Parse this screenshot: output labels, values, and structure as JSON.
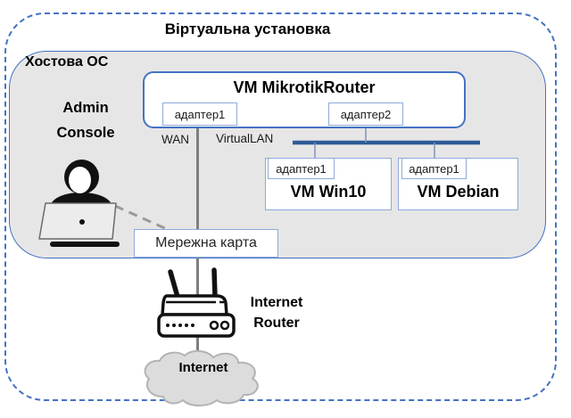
{
  "title": "Віртуальна установка",
  "host_os": {
    "label": "Хостова ОС"
  },
  "mikrotik_vm": {
    "name": "VM MikrotikRouter",
    "adapter1": "адаптер1",
    "adapter2": "адаптер2"
  },
  "network_labels": {
    "wan": "WAN",
    "virtual_lan": "VirtualLAN"
  },
  "guest_vms": {
    "win10": {
      "name": "VM Win10",
      "adapter": "адаптер1"
    },
    "debian": {
      "name": "VM Debian",
      "adapter": "адаптер1"
    }
  },
  "admin_console": {
    "line1": "Admin",
    "line2": "Console"
  },
  "network_card": {
    "label": "Мережна карта"
  },
  "internet_router": {
    "line1": "Internet",
    "line2": "Router"
  },
  "internet_cloud": {
    "label": "Internet"
  },
  "colors": {
    "frame_blue": "#4472c4",
    "light_blue_border": "#8eaadb",
    "lan_bus_blue": "#2e5b97",
    "host_fill_gray": "#e7e6e6",
    "cable_gray": "#7f7f7f",
    "cloud_fill": "#dcdcdc"
  }
}
